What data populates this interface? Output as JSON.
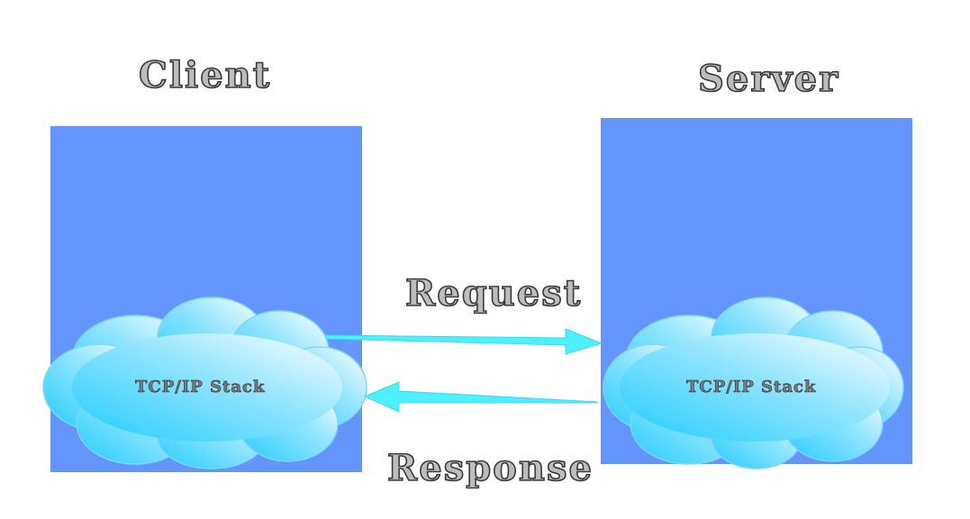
{
  "client": {
    "title": "Client",
    "stack_label": "TCP/IP Stack"
  },
  "server": {
    "title": "Server",
    "stack_label": "TCP/IP Stack"
  },
  "arrows": {
    "request_label": "Request",
    "response_label": "Response"
  },
  "colors": {
    "box_fill": "#6495fd",
    "cloud_light": "#ffffff",
    "cloud_dark": "#22ccff",
    "arrow_fill": "#4ef0ff",
    "title_text": "#bdbdbd",
    "title_stroke": "#3a3a3a"
  }
}
